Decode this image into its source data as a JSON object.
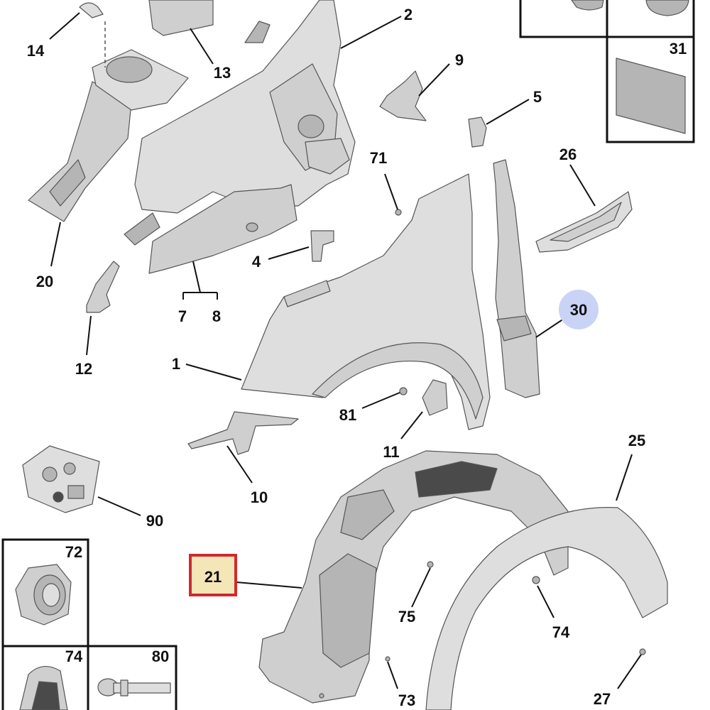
{
  "callouts": {
    "c14": "14",
    "c13": "13",
    "c2": "2",
    "c9": "9",
    "c5": "5",
    "c31": "31",
    "c26": "26",
    "c71": "71",
    "c20": "20",
    "c4": "4",
    "c7": "7",
    "c8": "8",
    "c30": "30",
    "c12": "12",
    "c1": "1",
    "c81": "81",
    "c11": "11",
    "c25": "25",
    "c10": "10",
    "c90": "90",
    "c72": "72",
    "c21": "21",
    "c75": "75",
    "c74": "74",
    "c74b": "74",
    "c80": "80",
    "c73": "73",
    "c27": "27"
  },
  "colors": {
    "highlight_fill": "#f5e6b8",
    "highlight_border": "#d0292f",
    "badge_30": "#c9d3f5"
  }
}
